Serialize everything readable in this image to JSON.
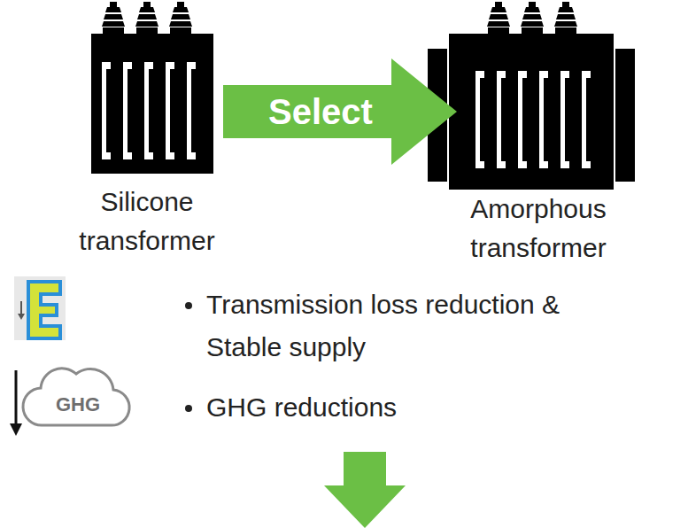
{
  "diagram": {
    "nodes": [
      {
        "text": [
          "Silicone transformer"
        ]
      },
      {
        "text": [
          "Select"
        ]
      },
      {
        "text": [
          "Amorphous transformer"
        ]
      }
    ],
    "labels": [
      "Transmission loss reduction & Stable supply",
      "GHG reductions",
      "GHG"
    ]
  }
}
